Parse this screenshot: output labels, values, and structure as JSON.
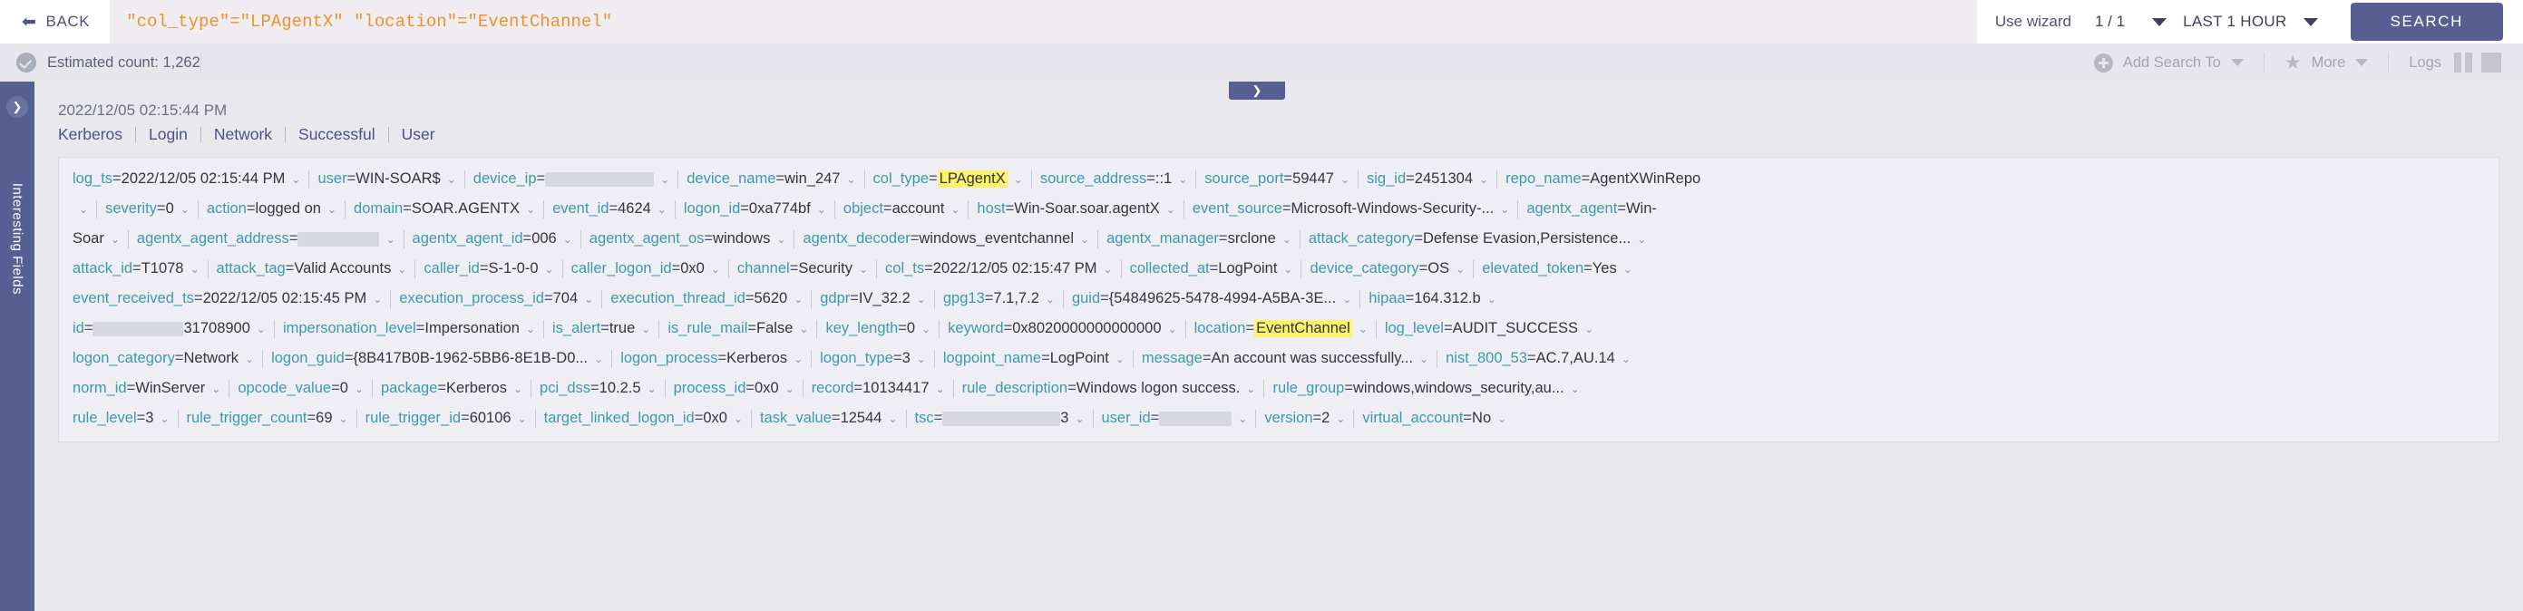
{
  "topbar": {
    "back_label": "BACK",
    "back_icon": "arrow-left-icon",
    "query": "\"col_type\"=\"LPAgentX\" \"location\"=\"EventChannel\"",
    "use_wizard": "Use wizard",
    "pager": "1 / 1",
    "time_range": "LAST 1 HOUR",
    "search_button": "SEARCH",
    "accent_color": "#565e92",
    "query_color": "#f0922b"
  },
  "subbar": {
    "estimated_count": "Estimated count: 1,262",
    "add_search_to": "Add Search To",
    "more": "More",
    "logs": "Logs"
  },
  "side_rail": {
    "label": "Interesting Fields",
    "toggle_icon": "chevron-right-icon"
  },
  "collapse_tab": {
    "icon": "chevron-down-icon"
  },
  "log_entry": {
    "timestamp": "2022/12/05 02:15:44 PM",
    "tags": [
      "Kerberos",
      "Login",
      "Network",
      "Successful",
      "User"
    ],
    "highlight_color": "#fdf36a",
    "rows": [
      [
        {
          "key": "log_ts",
          "value": "2022/12/05 02:15:44 PM",
          "caret": true
        },
        {
          "key": "user",
          "value": "WIN-SOAR$",
          "caret": true
        },
        {
          "key": "device_ip",
          "value": "",
          "redacted": 120,
          "caret": true
        },
        {
          "key": "device_name",
          "value": "win_247",
          "caret": true
        },
        {
          "key": "col_type",
          "value": "LPAgentX",
          "highlight": true,
          "caret": true
        },
        {
          "key": "source_address",
          "value": "::1",
          "caret": true
        },
        {
          "key": "source_port",
          "value": "59447",
          "caret": true
        },
        {
          "key": "sig_id",
          "value": "2451304",
          "caret": true
        },
        {
          "key": "repo_name",
          "value": "AgentXWinRepo",
          "caret": false
        }
      ],
      [
        {
          "key": "",
          "value": "",
          "caretonly": true
        },
        {
          "key": "severity",
          "value": "0",
          "caret": true
        },
        {
          "key": "action",
          "value": "logged on",
          "caret": true
        },
        {
          "key": "domain",
          "value": "SOAR.AGENTX",
          "caret": true
        },
        {
          "key": "event_id",
          "value": "4624",
          "caret": true
        },
        {
          "key": "logon_id",
          "value": "0xa774bf",
          "caret": true
        },
        {
          "key": "object",
          "value": "account",
          "caret": true
        },
        {
          "key": "host",
          "value": "Win-Soar.soar.agentX",
          "caret": true
        },
        {
          "key": "event_source",
          "value": "Microsoft-Windows-Security-...",
          "caret": true
        },
        {
          "key": "agentx_agent",
          "value": "Win-",
          "caret": false
        }
      ],
      [
        {
          "key": "",
          "value": "Soar",
          "caretonly": true,
          "plainval": true
        },
        {
          "key": "agentx_agent_address",
          "value": "",
          "redacted": 90,
          "caret": true
        },
        {
          "key": "agentx_agent_id",
          "value": "006",
          "caret": true
        },
        {
          "key": "agentx_agent_os",
          "value": "windows",
          "caret": true
        },
        {
          "key": "agentx_decoder",
          "value": "windows_eventchannel",
          "caret": true
        },
        {
          "key": "agentx_manager",
          "value": "srclone",
          "caret": true
        },
        {
          "key": "attack_category",
          "value": "Defense Evasion,Persistence...",
          "caret": true
        }
      ],
      [
        {
          "key": "attack_id",
          "value": "T1078",
          "caret": true
        },
        {
          "key": "attack_tag",
          "value": "Valid Accounts",
          "caret": true
        },
        {
          "key": "caller_id",
          "value": "S-1-0-0",
          "caret": true
        },
        {
          "key": "caller_logon_id",
          "value": "0x0",
          "caret": true
        },
        {
          "key": "channel",
          "value": "Security",
          "caret": true
        },
        {
          "key": "col_ts",
          "value": "2022/12/05 02:15:47 PM",
          "caret": true
        },
        {
          "key": "collected_at",
          "value": "LogPoint",
          "caret": true
        },
        {
          "key": "device_category",
          "value": "OS",
          "caret": true
        },
        {
          "key": "elevated_token",
          "value": "Yes",
          "caret": true
        }
      ],
      [
        {
          "key": "event_received_ts",
          "value": "2022/12/05 02:15:45 PM",
          "caret": true
        },
        {
          "key": "execution_process_id",
          "value": "704",
          "caret": true
        },
        {
          "key": "execution_thread_id",
          "value": "5620",
          "caret": true
        },
        {
          "key": "gdpr",
          "value": "IV_32.2",
          "caret": true
        },
        {
          "key": "gpg13",
          "value": "7.1,7.2",
          "caret": true
        },
        {
          "key": "guid",
          "value": "{54849625-5478-4994-A5BA-3E...",
          "caret": true
        },
        {
          "key": "hipaa",
          "value": "164.312.b",
          "caret": true
        }
      ],
      [
        {
          "key": "id",
          "value": "31708900",
          "redacted": 100,
          "caret": true
        },
        {
          "key": "impersonation_level",
          "value": "Impersonation",
          "caret": true
        },
        {
          "key": "is_alert",
          "value": "true",
          "caret": true
        },
        {
          "key": "is_rule_mail",
          "value": "False",
          "caret": true
        },
        {
          "key": "key_length",
          "value": "0",
          "caret": true
        },
        {
          "key": "keyword",
          "value": "0x8020000000000000",
          "caret": true
        },
        {
          "key": "location",
          "value": "EventChannel",
          "highlight": true,
          "caret": true
        },
        {
          "key": "log_level",
          "value": "AUDIT_SUCCESS",
          "caret": true
        }
      ],
      [
        {
          "key": "logon_category",
          "value": "Network",
          "caret": true
        },
        {
          "key": "logon_guid",
          "value": "{8B417B0B-1962-5BB6-8E1B-D0...",
          "caret": true
        },
        {
          "key": "logon_process",
          "value": "Kerberos",
          "caret": true
        },
        {
          "key": "logon_type",
          "value": "3",
          "caret": true
        },
        {
          "key": "logpoint_name",
          "value": "LogPoint",
          "caret": true
        },
        {
          "key": "message",
          "value": "An account was successfully...",
          "caret": true
        },
        {
          "key": "nist_800_53",
          "value": "AC.7,AU.14",
          "caret": true
        }
      ],
      [
        {
          "key": "norm_id",
          "value": "WinServer",
          "caret": true
        },
        {
          "key": "opcode_value",
          "value": "0",
          "caret": true
        },
        {
          "key": "package",
          "value": "Kerberos",
          "caret": true
        },
        {
          "key": "pci_dss",
          "value": "10.2.5",
          "caret": true
        },
        {
          "key": "process_id",
          "value": "0x0",
          "caret": true
        },
        {
          "key": "record",
          "value": "10134417",
          "caret": true
        },
        {
          "key": "rule_description",
          "value": "Windows logon success.",
          "caret": true
        },
        {
          "key": "rule_group",
          "value": "windows,windows_security,au...",
          "caret": true
        }
      ],
      [
        {
          "key": "rule_level",
          "value": "3",
          "caret": true
        },
        {
          "key": "rule_trigger_count",
          "value": "69",
          "caret": true
        },
        {
          "key": "rule_trigger_id",
          "value": "60106",
          "caret": true
        },
        {
          "key": "target_linked_logon_id",
          "value": "0x0",
          "caret": true
        },
        {
          "key": "task_value",
          "value": "12544",
          "caret": true
        },
        {
          "key": "tsc",
          "value": "",
          "redacted": 130,
          "valuesuffix": "3",
          "caret": true
        },
        {
          "key": "user_id",
          "value": "",
          "redacted": 80,
          "caret": true
        },
        {
          "key": "version",
          "value": "2",
          "caret": true
        },
        {
          "key": "virtual_account",
          "value": "No",
          "caret": true
        }
      ]
    ]
  }
}
